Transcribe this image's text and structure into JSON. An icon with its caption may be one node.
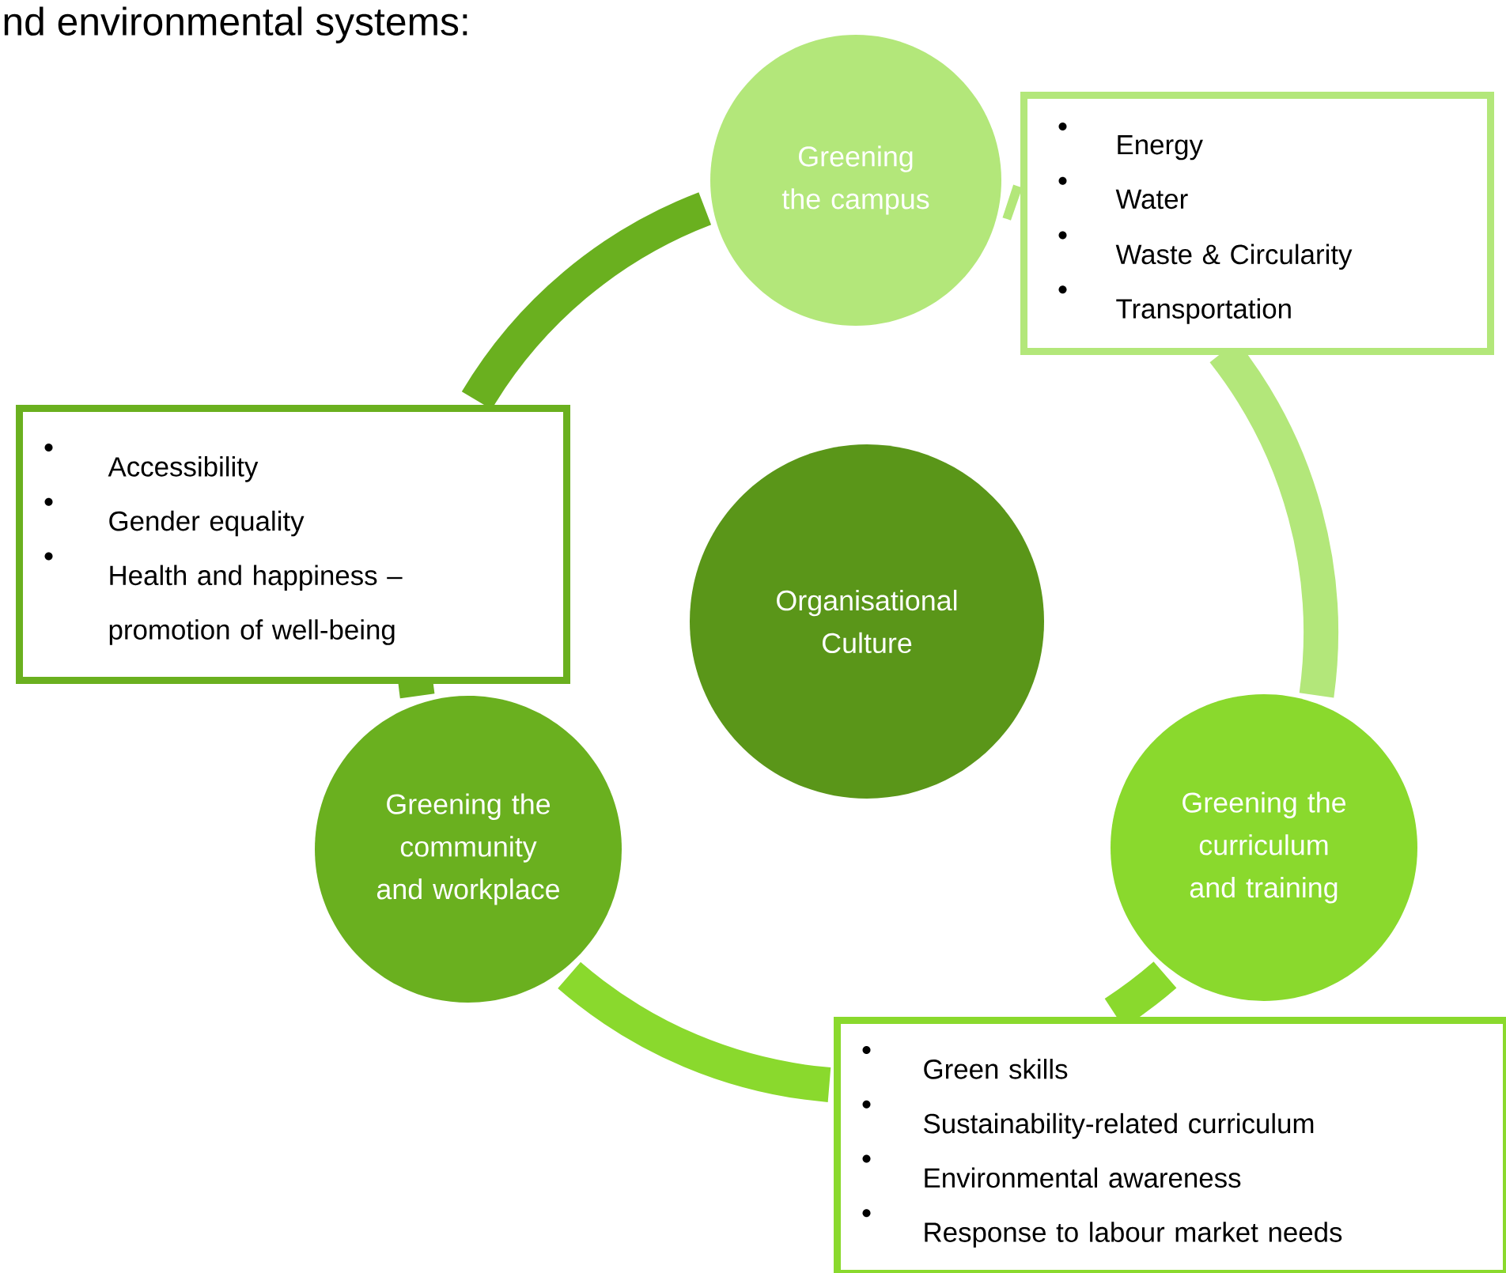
{
  "diagram": {
    "nodes": [
      {
        "text": [
          "Greening the campus"
        ]
      },
      {
        "text": [
          "Energy",
          "Water",
          "Waste & Circularity",
          "Transportation"
        ]
      },
      {
        "text": [
          "Accessibility",
          "Gender equality",
          "Health and happiness – promotion of well-being"
        ]
      },
      {
        "text": [
          "Organisational Culture"
        ]
      },
      {
        "text": [
          "Greening the community and workplace"
        ]
      },
      {
        "text": [
          "Greening the curriculum and training"
        ]
      },
      {
        "text": [
          "Green skills",
          "Sustainability-related curriculum",
          "Environmental awareness",
          "Response to labour market needs"
        ]
      }
    ],
    "edges": [
      {
        "from": 0,
        "to": 1,
        "arrow": "none",
        "color": "#b3e77a"
      },
      {
        "from": 1,
        "to": 5,
        "arrow": "none",
        "color": "#b3e77a"
      },
      {
        "from": 5,
        "to": 6,
        "arrow": "none",
        "color": "#8ad92d"
      },
      {
        "from": 6,
        "to": 4,
        "arrow": "none",
        "color": "#8ad92d"
      },
      {
        "from": 4,
        "to": 2,
        "arrow": "none",
        "color": "#6ab01f"
      },
      {
        "from": 2,
        "to": 0,
        "arrow": "none",
        "color": "#6ab01f"
      }
    ],
    "labels": [
      "nd environmental systems:"
    ]
  }
}
